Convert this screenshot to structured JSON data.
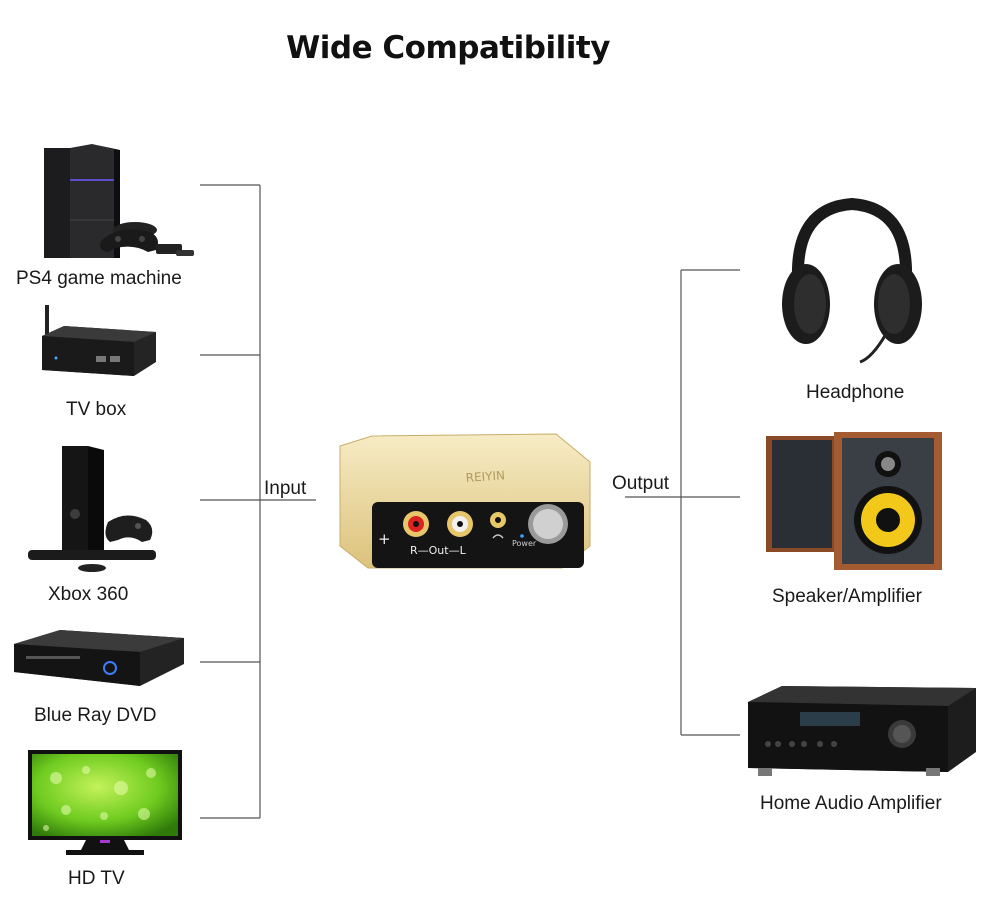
{
  "title": "Wide Compatibility",
  "input_label": "Input",
  "output_label": "Output",
  "inputs": [
    {
      "label": "PS4 game machine",
      "icon": "ps4-console-icon"
    },
    {
      "label": "TV box",
      "icon": "tv-box-icon"
    },
    {
      "label": "Xbox 360",
      "icon": "xbox-360-icon"
    },
    {
      "label": "Blue Ray DVD",
      "icon": "dvd-player-icon"
    },
    {
      "label": "HD TV",
      "icon": "hd-tv-icon"
    }
  ],
  "outputs": [
    {
      "label": "Headphone",
      "icon": "headphone-icon"
    },
    {
      "label": "Speaker/Amplifier",
      "icon": "speaker-icon"
    },
    {
      "label": "Home Audio Amplifier",
      "icon": "av-receiver-icon"
    }
  ],
  "converter": {
    "brand": "REIYIN",
    "port_label": "R—Out—L",
    "power_label": "Power",
    "plus_sign": "+"
  },
  "colors": {
    "line": "#555555",
    "gold": "#e7d39a",
    "screen_green": "#6ecb1f"
  }
}
